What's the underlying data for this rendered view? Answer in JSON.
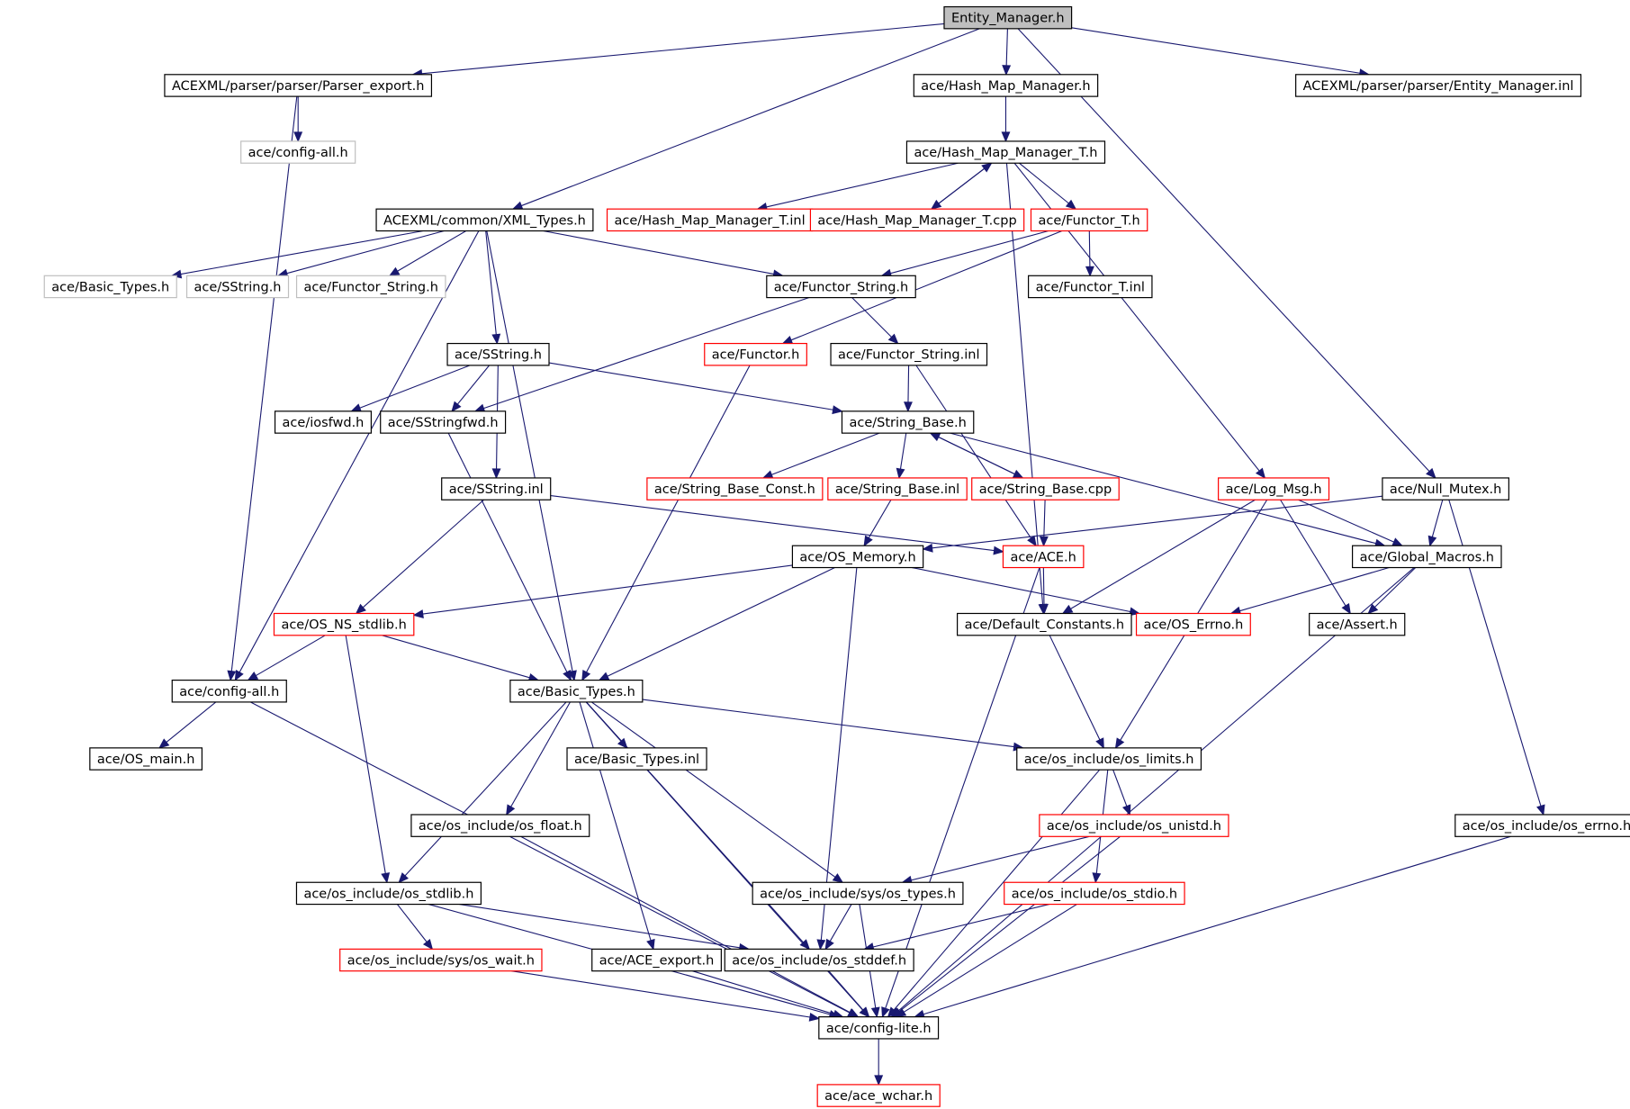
{
  "colors": {
    "edge": "#191970",
    "border_normal": "#000000",
    "border_truncated": "#ff0000",
    "border_missing": "#bfbfbf",
    "root_fill": "#bfbfbf",
    "node_fill": "#ffffff"
  },
  "nodes": [
    {
      "id": "n0",
      "label": "Entity_Manager.h",
      "kind": "root"
    },
    {
      "id": "n1",
      "label": "ACEXML/parser/parser/Parser_export.h",
      "kind": "normal"
    },
    {
      "id": "n2",
      "label": "ace/Hash_Map_Manager.h",
      "kind": "normal"
    },
    {
      "id": "n3",
      "label": "ACEXML/parser/parser/Entity_Manager.inl",
      "kind": "normal"
    },
    {
      "id": "n4",
      "label": "ace/config-all.h",
      "kind": "missing"
    },
    {
      "id": "n5",
      "label": "ace/Hash_Map_Manager_T.h",
      "kind": "normal"
    },
    {
      "id": "n6",
      "label": "ACEXML/common/XML_Types.h",
      "kind": "normal"
    },
    {
      "id": "n7",
      "label": "ace/Hash_Map_Manager_T.inl",
      "kind": "truncated"
    },
    {
      "id": "n8",
      "label": "ace/Hash_Map_Manager_T.cpp",
      "kind": "truncated"
    },
    {
      "id": "n9",
      "label": "ace/Functor_T.h",
      "kind": "truncated"
    },
    {
      "id": "n10",
      "label": "ace/Basic_Types.h",
      "kind": "missing"
    },
    {
      "id": "n11",
      "label": "ace/SString.h",
      "kind": "missing"
    },
    {
      "id": "n12",
      "label": "ace/Functor_String.h",
      "kind": "missing"
    },
    {
      "id": "n13",
      "label": "ace/Functor_String.h",
      "kind": "normal"
    },
    {
      "id": "n14",
      "label": "ace/Functor_T.inl",
      "kind": "normal"
    },
    {
      "id": "n15",
      "label": "ace/SString.h",
      "kind": "normal"
    },
    {
      "id": "n16",
      "label": "ace/Functor.h",
      "kind": "truncated"
    },
    {
      "id": "n17",
      "label": "ace/Functor_String.inl",
      "kind": "normal"
    },
    {
      "id": "n18",
      "label": "ace/iosfwd.h",
      "kind": "normal"
    },
    {
      "id": "n19",
      "label": "ace/SStringfwd.h",
      "kind": "normal"
    },
    {
      "id": "n20",
      "label": "ace/String_Base.h",
      "kind": "normal"
    },
    {
      "id": "n21",
      "label": "ace/SString.inl",
      "kind": "normal"
    },
    {
      "id": "n22",
      "label": "ace/String_Base_Const.h",
      "kind": "truncated"
    },
    {
      "id": "n23",
      "label": "ace/String_Base.inl",
      "kind": "truncated"
    },
    {
      "id": "n24",
      "label": "ace/String_Base.cpp",
      "kind": "truncated"
    },
    {
      "id": "n25",
      "label": "ace/Log_Msg.h",
      "kind": "truncated"
    },
    {
      "id": "n26",
      "label": "ace/Null_Mutex.h",
      "kind": "normal"
    },
    {
      "id": "n27",
      "label": "ace/OS_Memory.h",
      "kind": "normal"
    },
    {
      "id": "n28",
      "label": "ace/ACE.h",
      "kind": "truncated"
    },
    {
      "id": "n29",
      "label": "ace/Global_Macros.h",
      "kind": "normal"
    },
    {
      "id": "n30",
      "label": "ace/OS_NS_stdlib.h",
      "kind": "truncated"
    },
    {
      "id": "n31",
      "label": "ace/Default_Constants.h",
      "kind": "normal"
    },
    {
      "id": "n32",
      "label": "ace/OS_Errno.h",
      "kind": "truncated"
    },
    {
      "id": "n33",
      "label": "ace/Assert.h",
      "kind": "normal"
    },
    {
      "id": "n34",
      "label": "ace/config-all.h",
      "kind": "normal"
    },
    {
      "id": "n35",
      "label": "ace/Basic_Types.h",
      "kind": "normal"
    },
    {
      "id": "n36",
      "label": "ace/OS_main.h",
      "kind": "normal"
    },
    {
      "id": "n37",
      "label": "ace/Basic_Types.inl",
      "kind": "normal"
    },
    {
      "id": "n38",
      "label": "ace/os_include/os_limits.h",
      "kind": "normal"
    },
    {
      "id": "n39",
      "label": "ace/os_include/os_float.h",
      "kind": "normal"
    },
    {
      "id": "n40",
      "label": "ace/os_include/os_unistd.h",
      "kind": "truncated"
    },
    {
      "id": "n41",
      "label": "ace/os_include/os_errno.h",
      "kind": "normal"
    },
    {
      "id": "n42",
      "label": "ace/os_include/os_stdlib.h",
      "kind": "normal"
    },
    {
      "id": "n43",
      "label": "ace/os_include/sys/os_types.h",
      "kind": "normal"
    },
    {
      "id": "n44",
      "label": "ace/os_include/os_stdio.h",
      "kind": "truncated"
    },
    {
      "id": "n45",
      "label": "ace/os_include/sys/os_wait.h",
      "kind": "truncated"
    },
    {
      "id": "n46",
      "label": "ace/ACE_export.h",
      "kind": "normal"
    },
    {
      "id": "n47",
      "label": "ace/os_include/os_stddef.h",
      "kind": "normal"
    },
    {
      "id": "n48",
      "label": "ace/config-lite.h",
      "kind": "normal"
    },
    {
      "id": "n49",
      "label": "ace/ace_wchar.h",
      "kind": "truncated"
    }
  ],
  "edges": [
    [
      "n0",
      "n1"
    ],
    [
      "n0",
      "n2"
    ],
    [
      "n0",
      "n3"
    ],
    [
      "n0",
      "n6"
    ],
    [
      "n0",
      "n26"
    ],
    [
      "n1",
      "n4"
    ],
    [
      "n1",
      "n34"
    ],
    [
      "n2",
      "n5"
    ],
    [
      "n5",
      "n7"
    ],
    [
      "n5",
      "n8"
    ],
    [
      "n5",
      "n9"
    ],
    [
      "n5",
      "n31"
    ],
    [
      "n5",
      "n25"
    ],
    [
      "n8",
      "n5"
    ],
    [
      "n6",
      "n10"
    ],
    [
      "n6",
      "n11"
    ],
    [
      "n6",
      "n12"
    ],
    [
      "n6",
      "n13"
    ],
    [
      "n6",
      "n15"
    ],
    [
      "n6",
      "n35"
    ],
    [
      "n6",
      "n34"
    ],
    [
      "n9",
      "n13"
    ],
    [
      "n9",
      "n14"
    ],
    [
      "n9",
      "n16"
    ],
    [
      "n13",
      "n17"
    ],
    [
      "n13",
      "n19"
    ],
    [
      "n17",
      "n20"
    ],
    [
      "n17",
      "n28"
    ],
    [
      "n15",
      "n18"
    ],
    [
      "n15",
      "n19"
    ],
    [
      "n15",
      "n20"
    ],
    [
      "n15",
      "n21"
    ],
    [
      "n16",
      "n35"
    ],
    [
      "n19",
      "n35"
    ],
    [
      "n20",
      "n22"
    ],
    [
      "n20",
      "n23"
    ],
    [
      "n20",
      "n24"
    ],
    [
      "n20",
      "n29"
    ],
    [
      "n24",
      "n20"
    ],
    [
      "n24",
      "n28"
    ],
    [
      "n23",
      "n27"
    ],
    [
      "n21",
      "n28"
    ],
    [
      "n21",
      "n30"
    ],
    [
      "n25",
      "n29"
    ],
    [
      "n25",
      "n31"
    ],
    [
      "n25",
      "n33"
    ],
    [
      "n25",
      "n38"
    ],
    [
      "n26",
      "n27"
    ],
    [
      "n26",
      "n29"
    ],
    [
      "n26",
      "n41"
    ],
    [
      "n27",
      "n30"
    ],
    [
      "n27",
      "n32"
    ],
    [
      "n27",
      "n35"
    ],
    [
      "n27",
      "n47"
    ],
    [
      "n28",
      "n31"
    ],
    [
      "n28",
      "n48"
    ],
    [
      "n29",
      "n32"
    ],
    [
      "n29",
      "n33"
    ],
    [
      "n29",
      "n48"
    ],
    [
      "n30",
      "n34"
    ],
    [
      "n30",
      "n35"
    ],
    [
      "n30",
      "n42"
    ],
    [
      "n31",
      "n38"
    ],
    [
      "n34",
      "n36"
    ],
    [
      "n34",
      "n48"
    ],
    [
      "n35",
      "n37"
    ],
    [
      "n35",
      "n38"
    ],
    [
      "n35",
      "n39"
    ],
    [
      "n35",
      "n42"
    ],
    [
      "n35",
      "n43"
    ],
    [
      "n35",
      "n46"
    ],
    [
      "n35",
      "n47"
    ],
    [
      "n35",
      "n48"
    ],
    [
      "n38",
      "n40"
    ],
    [
      "n38",
      "n44"
    ],
    [
      "n38",
      "n48"
    ],
    [
      "n39",
      "n48"
    ],
    [
      "n40",
      "n43"
    ],
    [
      "n40",
      "n48"
    ],
    [
      "n41",
      "n48"
    ],
    [
      "n42",
      "n45"
    ],
    [
      "n42",
      "n47"
    ],
    [
      "n42",
      "n48"
    ],
    [
      "n43",
      "n47"
    ],
    [
      "n43",
      "n48"
    ],
    [
      "n44",
      "n47"
    ],
    [
      "n44",
      "n48"
    ],
    [
      "n45",
      "n48"
    ],
    [
      "n46",
      "n48"
    ],
    [
      "n47",
      "n48"
    ],
    [
      "n48",
      "n49"
    ]
  ]
}
